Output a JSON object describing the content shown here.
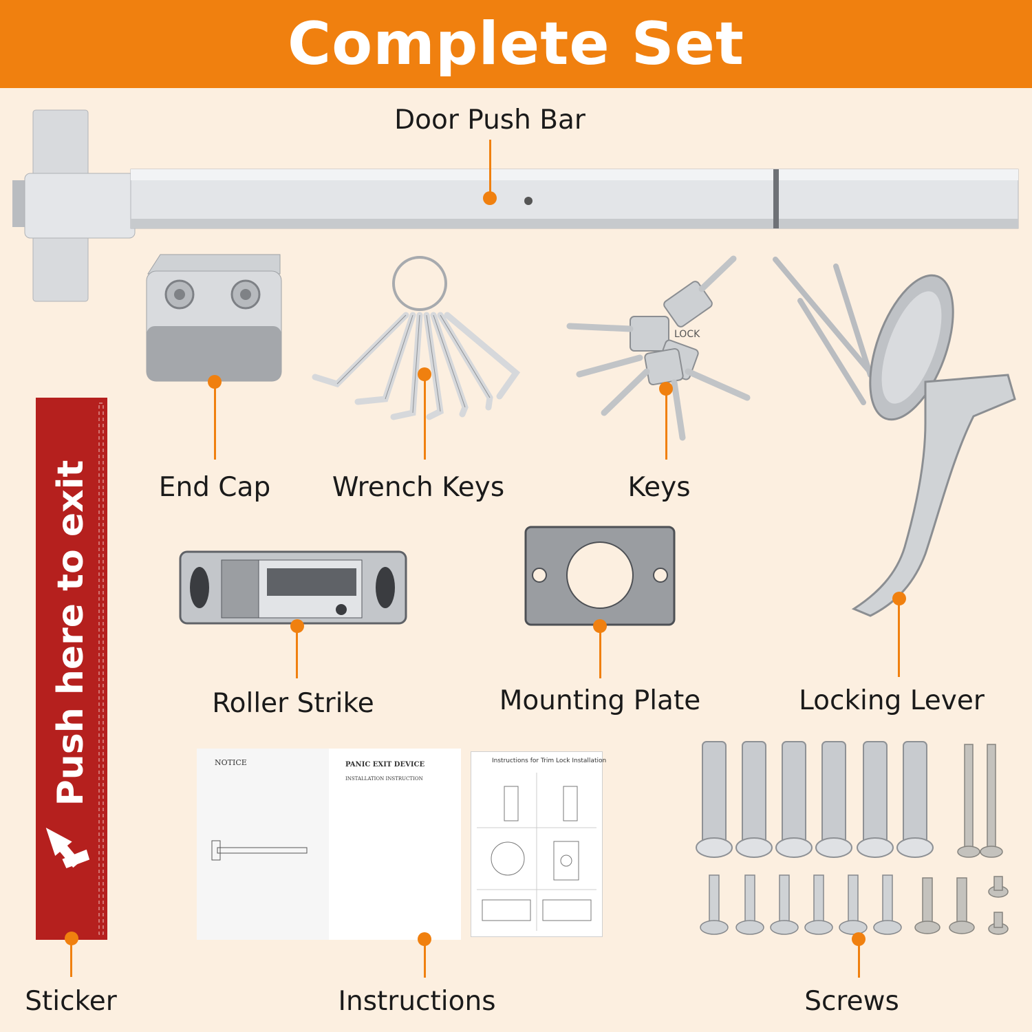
{
  "header": {
    "title": "Complete Set"
  },
  "labels": {
    "push_bar": "Door Push Bar",
    "end_cap": "End Cap",
    "wrench_keys": "Wrench Keys",
    "keys": "Keys",
    "roller_strike": "Roller Strike",
    "mounting_plate": "Mounting Plate",
    "locking_lever": "Locking Lever",
    "sticker": "Sticker",
    "instructions": "Instructions",
    "screws": "Screws"
  },
  "sticker": {
    "text": "Push here to exit"
  },
  "manual": {
    "notice": "NOTICE",
    "title": "PANIC EXIT DEVICE",
    "subtitle": "INSTALLATION INSTRUCTION"
  },
  "trim_sheet": {
    "title": "Instructions for Trim Lock Installation"
  },
  "key_stamp": "LOCK",
  "colors": {
    "accent": "#f0800f",
    "background": "#fcefe0",
    "sticker_red": "#b5201e",
    "metal": "#c9ccd0"
  }
}
